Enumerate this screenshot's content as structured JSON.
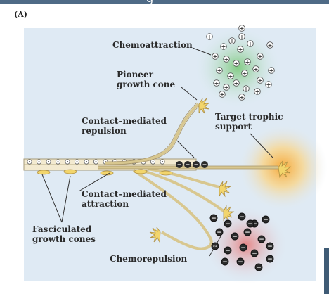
{
  "header": {
    "title": "g"
  },
  "panel": {
    "label": "(A)"
  },
  "labels": {
    "chemoattraction": "Chemoattraction",
    "pioneer_line1": "Pioneer",
    "pioneer_line2": "growth cone",
    "contact_repulsion_line1": "Contact–mediated",
    "contact_repulsion_line2": "repulsion",
    "target_line1": "Target trophic",
    "target_line2": "support",
    "contact_attraction_line1": "Contact–mediated",
    "contact_attraction_line2": "attraction",
    "fasciculated_line1": "Fasciculated",
    "fasciculated_line2": "growth cones",
    "chemorepulsion": "Chemorepulsion"
  },
  "symbols": {
    "positive": "+",
    "negative": "−"
  },
  "colors": {
    "header_bar": "#4f6b86",
    "background": "#dfeaf4",
    "axon": "#e8d9a8",
    "growth_cone": "#f1d36a",
    "attraction_glow": "#8ed08e",
    "repulsion_glow": "#e79a9a",
    "target_glow": "#f5b24a"
  }
}
